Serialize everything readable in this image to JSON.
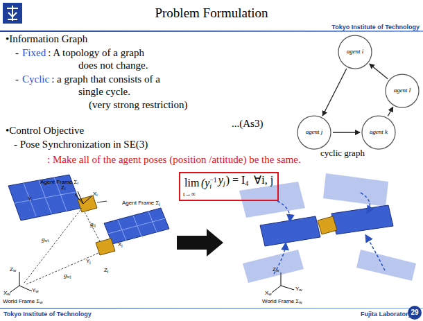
{
  "diagram": {
    "title": "Problem Formulation",
    "nodes": [
      {
        "text": [
          "agent i"
        ]
      },
      {
        "text": [
          "agent l"
        ]
      },
      {
        "text": [
          "agent k"
        ]
      },
      {
        "text": [
          "agent j"
        ]
      }
    ],
    "edges": [
      {
        "from": 0,
        "to": 3,
        "arrow": "to"
      },
      {
        "from": 3,
        "to": 2,
        "arrow": "to"
      },
      {
        "from": 2,
        "to": 1,
        "arrow": "to"
      },
      {
        "from": 1,
        "to": 0,
        "arrow": "to"
      }
    ],
    "labels": [
      "Tokyo Institute of Technology",
      "•Information Graph",
      "-",
      "Fixed",
      ": A topology of a graph",
      "does not change.",
      "-",
      "Cyclic",
      ": a graph that consists of a",
      "single cycle.",
      "(very strong restriction)",
      "...(As3)",
      "cyclic graph",
      "•Control Objective",
      "- Pose Synchronization in SE(3)",
      ": Make all of the agent poses (position /attitude) be the same.",
      "lim",
      "t→∞",
      "(y",
      "i",
      "−1",
      "y",
      "j",
      ") = I",
      "4",
      "∀i, j",
      "Agent Frame Σ",
      "i",
      "Y",
      "i",
      "Z",
      "i",
      "X",
      "i",
      "Agent Frame Σ",
      "j",
      "X",
      "j",
      "Y",
      "j",
      "Z",
      "j",
      "g",
      "wi",
      "g",
      "ij",
      "g",
      "wj",
      "Z",
      "w",
      "Y",
      "w",
      "X",
      "w",
      "World Frame Σ",
      "w",
      "Z",
      "w",
      "Y",
      "w",
      "X",
      "w",
      "World Frame Σ",
      "w",
      "Tokyo Institute of Technology",
      "Fujita Laboratory",
      "29"
    ]
  }
}
